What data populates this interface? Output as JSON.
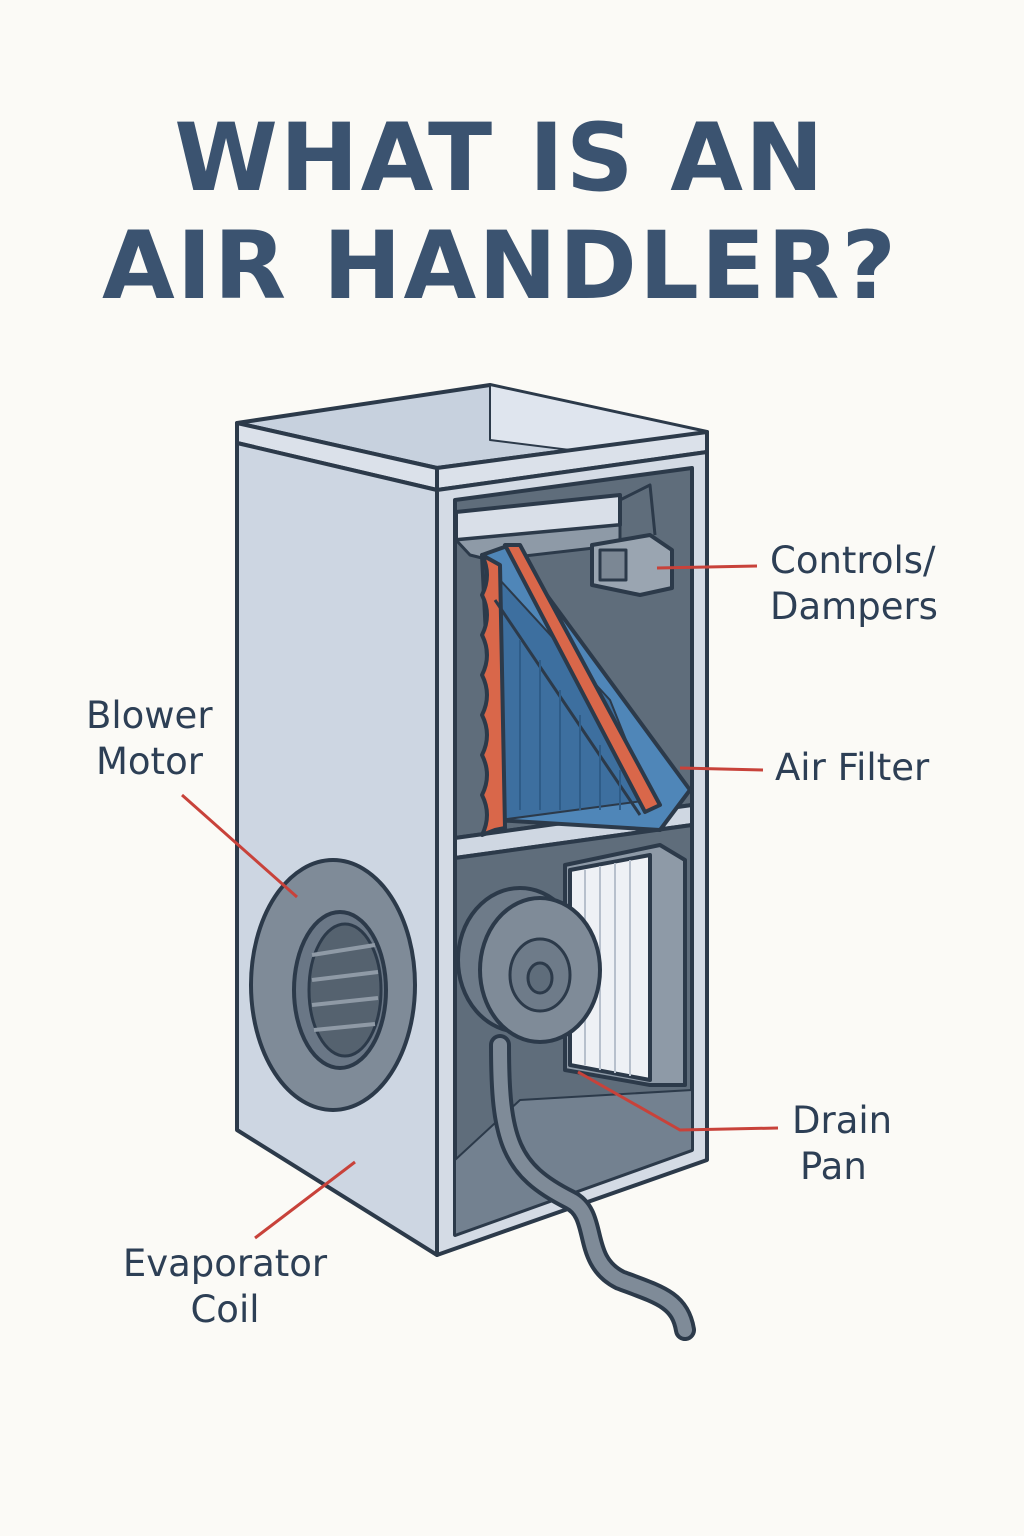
{
  "title": {
    "line1": "WHAT IS AN",
    "line2": "AIR HANDLER?"
  },
  "labels": {
    "controls_line1": "Controls/",
    "controls_line2": "Dampers",
    "air_filter": "Air Filter",
    "drain_line1": "Drain",
    "drain_line2": "Pan",
    "blower_line1": "Blower",
    "blower_line2": "Motor",
    "evap_line1": "Evaporator",
    "evap_line2": "Coil"
  },
  "colors": {
    "title": "#3b5370",
    "leader": "#c8423a",
    "outline": "#2c3a4a",
    "cabinet": "#cdd6e2",
    "interior": "#5f6d7b",
    "coil": "#4f86b8",
    "copper": "#d9674a"
  }
}
